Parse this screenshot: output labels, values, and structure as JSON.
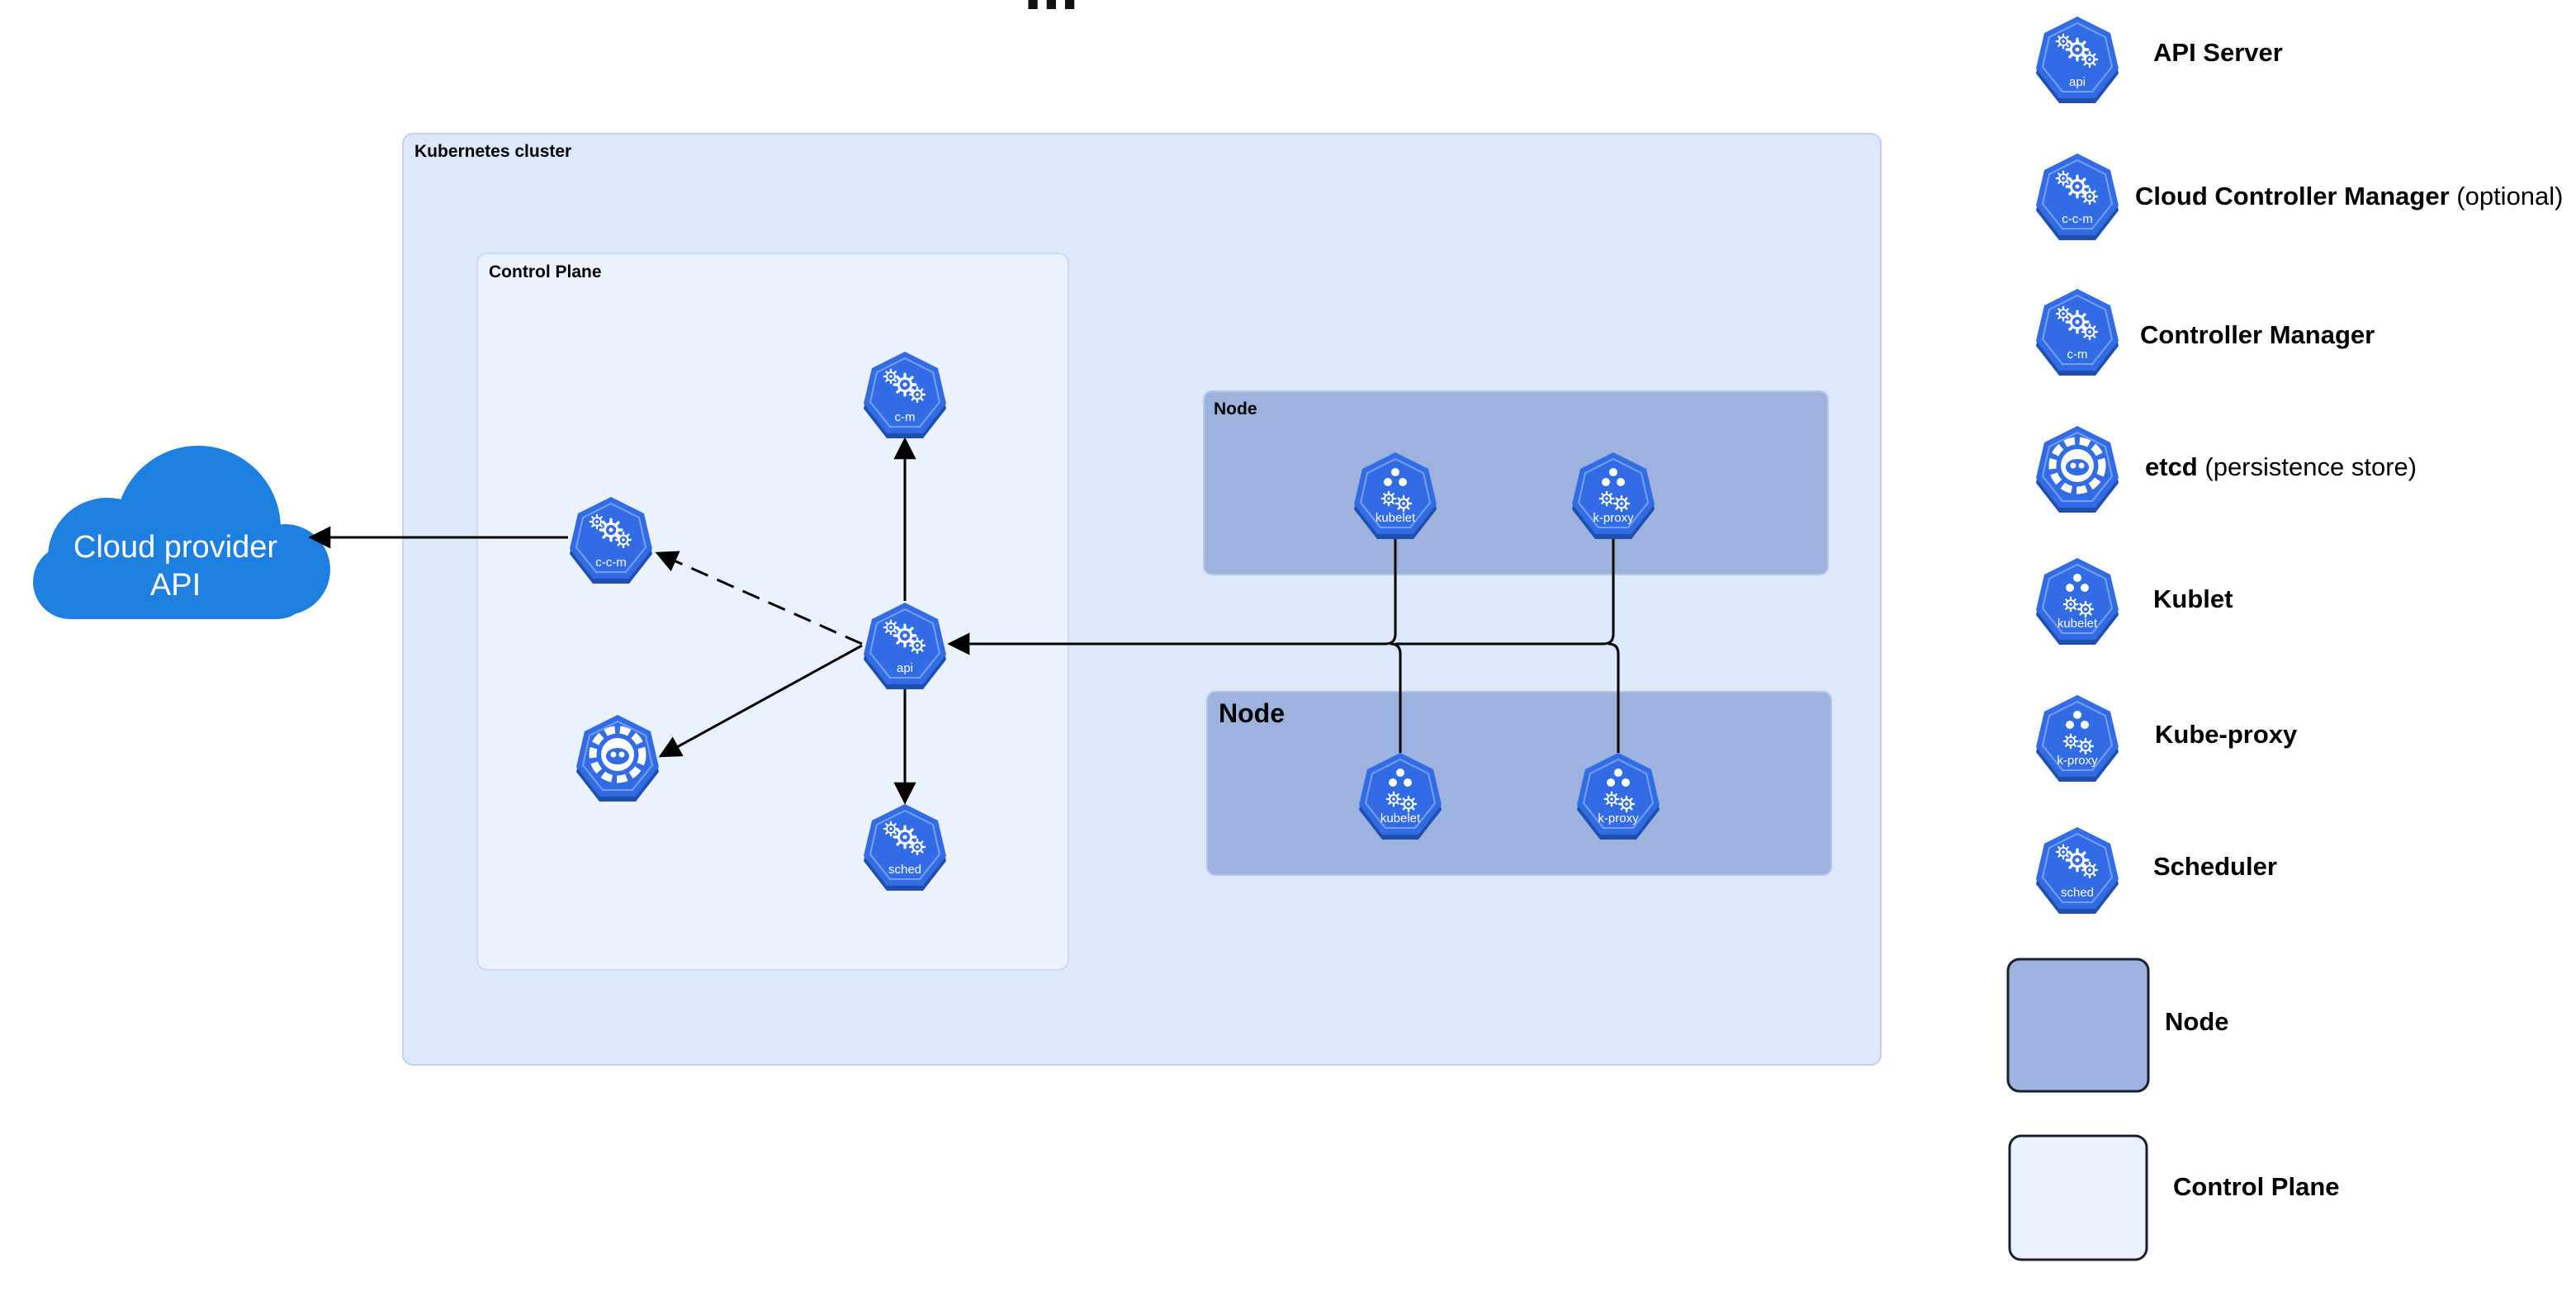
{
  "colors": {
    "cluster_fill": "#dce8fc",
    "control_plane_fill": "#ebf1fd",
    "node_fill": "#9db3dd",
    "icon_blue": "#326ce5",
    "icon_shadow": "#1e4faf",
    "cloud_blue": "#1e7fe0"
  },
  "title_fragment": "...",
  "cloud": {
    "line1": "Cloud provider",
    "line2": "API"
  },
  "cluster": {
    "label": "Kubernetes cluster"
  },
  "control_plane": {
    "label": "Control Plane"
  },
  "node1": {
    "label": "Node"
  },
  "node2": {
    "label": "Node"
  },
  "components": {
    "cm": {
      "icon": "controller-manager-icon",
      "abbr": "c-m"
    },
    "ccm": {
      "icon": "cloud-controller-manager-icon",
      "abbr": "c-c-m"
    },
    "api": {
      "icon": "api-server-icon",
      "abbr": "api"
    },
    "etcd": {
      "icon": "etcd-icon",
      "abbr": ""
    },
    "sched": {
      "icon": "scheduler-icon",
      "abbr": "sched"
    },
    "kubelet1": {
      "icon": "kubelet-icon",
      "abbr": "kubelet"
    },
    "kproxy1": {
      "icon": "kube-proxy-icon",
      "abbr": "k-proxy"
    },
    "kubelet2": {
      "icon": "kubelet-icon",
      "abbr": "kubelet"
    },
    "kproxy2": {
      "icon": "kube-proxy-icon",
      "abbr": "k-proxy"
    }
  },
  "legend": {
    "api": {
      "abbr": "api",
      "name": "API Server",
      "note": ""
    },
    "ccm": {
      "abbr": "c-c-m",
      "name": "Cloud Controller Manager",
      "note": "(optional)"
    },
    "cm": {
      "abbr": "c-m",
      "name": "Controller Manager",
      "note": ""
    },
    "etcd": {
      "abbr": "",
      "name": "etcd",
      "note": "(persistence store)"
    },
    "kubelet": {
      "abbr": "kubelet",
      "name": "Kublet",
      "note": ""
    },
    "kproxy": {
      "abbr": "k-proxy",
      "name": "Kube-proxy",
      "note": ""
    },
    "sched": {
      "abbr": "sched",
      "name": "Scheduler",
      "note": ""
    },
    "node": {
      "name": "Node"
    },
    "control_plane": {
      "name": "Control Plane"
    }
  }
}
